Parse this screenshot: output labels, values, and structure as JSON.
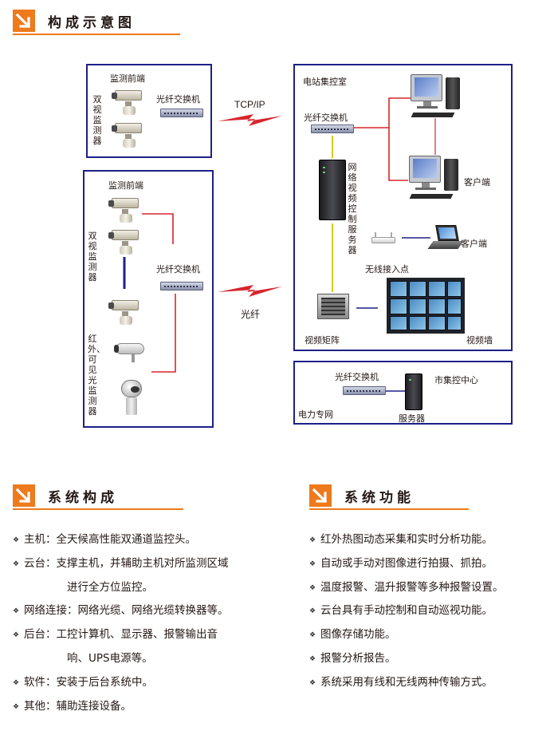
{
  "headers": {
    "composition": "构成示意图",
    "system_composition": "系统构成",
    "system_functions": "系统功能"
  },
  "diagram": {
    "box1": {
      "front_label": "监测前端",
      "vertical_label": "双视监测器",
      "switch_label": "光纤交换机"
    },
    "box2": {
      "front_label": "监测前端",
      "vertical_label1": "双视监测器",
      "vertical_label2": "红外、可见光监测器",
      "switch_label": "光纤交换机"
    },
    "link_top_label": "TCP/IP",
    "link_bottom_label": "光纤",
    "control_room": {
      "title": "电站集控室",
      "switch_label": "光纤交换机",
      "server_label": "网络视频控制服务器",
      "client1_label": "客户端",
      "client2_label": "客户端",
      "wireless_label": "无线接入点",
      "matrix_label": "视频矩阵",
      "wall_label": "视频墙"
    },
    "city_center": {
      "title": "市集控中心",
      "switch_label": "光纤交换机",
      "server_label": "服务器",
      "network_label": "电力专网"
    },
    "colors": {
      "box_border": "#1d2087",
      "red_line": "#d7262d",
      "yellow_line": "#d7c400",
      "blue_line": "#1d2087",
      "accent": "#ee7a1c"
    }
  },
  "composition_list": [
    {
      "text": "主机：全天候高性能双通道监控头。",
      "cont": ""
    },
    {
      "text": "云台：支撑主机，并辅助主机对所监测区域",
      "cont": "进行全方位监控。"
    },
    {
      "text": "网络连接：网络光缆、网络光缆转换器等。",
      "cont": ""
    },
    {
      "text": "后台：工控计算机、显示器、报警输出音",
      "cont": "响、UPS电源等。"
    },
    {
      "text": "软件：安装于后台系统中。",
      "cont": ""
    },
    {
      "text": "其他：辅助连接设备。",
      "cont": ""
    }
  ],
  "function_list": [
    "红外热图动态采集和实时分析功能。",
    "自动或手动对图像进行拍摄、抓拍。",
    "温度报警、温升报警等多种报警设置。",
    "云台具有手动控制和自动巡视功能。",
    "图像存储功能。",
    "报警分析报告。",
    "系统采用有线和无线两种传输方式。"
  ],
  "bullet_glyph": "❖"
}
